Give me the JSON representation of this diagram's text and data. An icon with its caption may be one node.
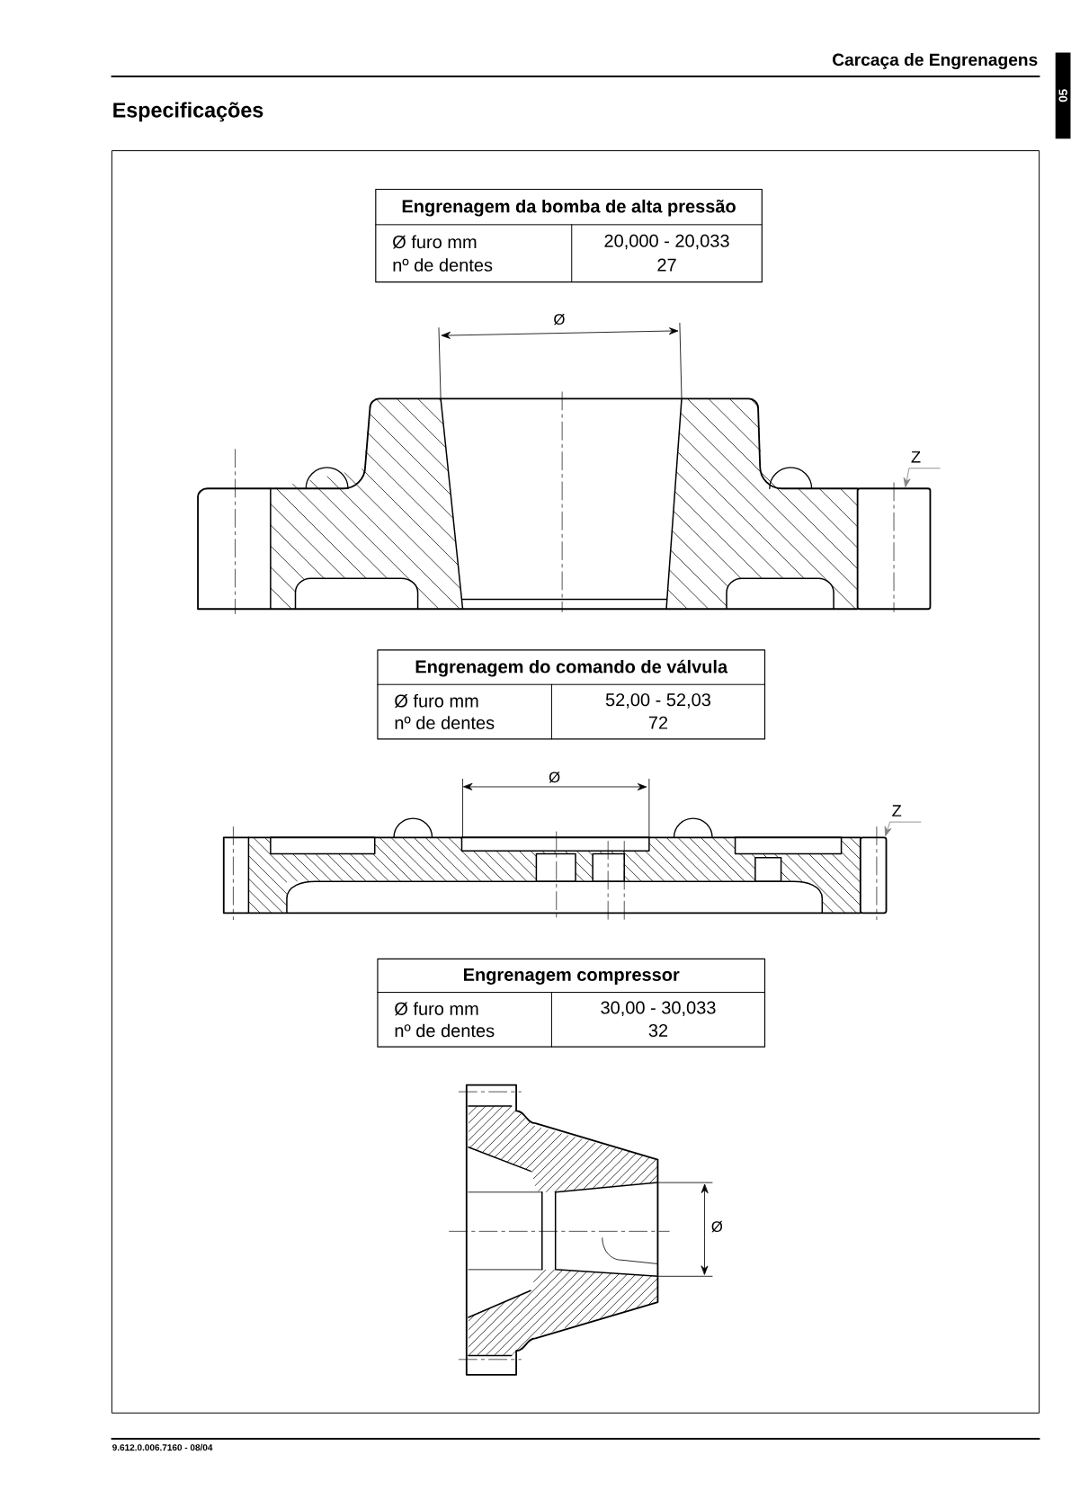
{
  "diagram": {
    "title": "Especificações",
    "nodes": [
      {
        "text": [
          "Z"
        ]
      },
      {
        "text": [
          "Z"
        ]
      },
      {
        "text": [],
        "shape": "box"
      },
      {
        "text": [],
        "shape": "box"
      }
    ],
    "edges": [
      {
        "from": 0,
        "to": 2,
        "arrow": "to"
      },
      {
        "from": 1,
        "to": 3,
        "arrow": "to"
      }
    ],
    "labels": [
      "Carcaça de Engrenagens",
      "05",
      "Engrenagem da bomba de alta pressão",
      "Ø furo mm",
      "20,000 - 20,033",
      "nº de dentes",
      "27",
      "Ø",
      "Engrenagem do comando de válvula",
      "Ø furo mm",
      "52,00 - 52,03",
      "nº de dentes",
      "72",
      "Ø",
      "Engrenagem compressor",
      "Ø furo mm",
      "30,00 - 30,033",
      "nº de dentes",
      "32",
      "Ø",
      "9.612.0.006.7160 - 08/04"
    ]
  }
}
